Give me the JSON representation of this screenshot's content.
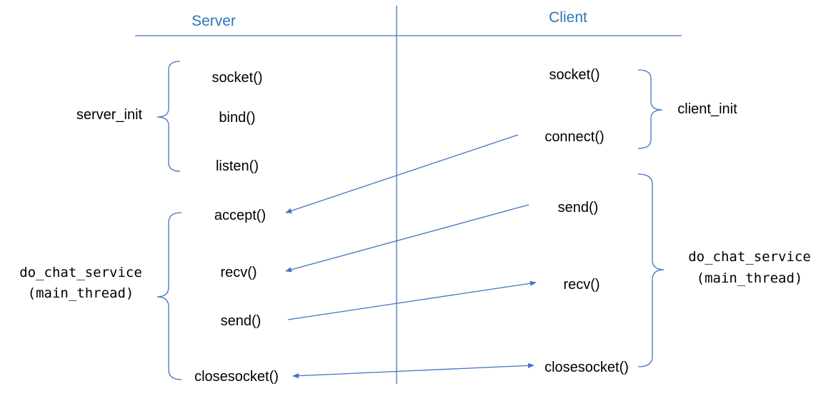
{
  "colors": {
    "header": "#2e75b6",
    "line": "#4472c4",
    "text": "#000000"
  },
  "headers": {
    "server": "Server",
    "client": "Client"
  },
  "server": {
    "socket": "socket()",
    "bind": "bind()",
    "listen": "listen()",
    "accept": "accept()",
    "recv": "recv()",
    "send": "send()",
    "closesocket": "closesocket()"
  },
  "client": {
    "socket": "socket()",
    "connect": "connect()",
    "send": "send()",
    "recv": "recv()",
    "closesocket": "closesocket()"
  },
  "groups": {
    "server_init": "server_init",
    "client_init": "client_init",
    "server_chat_line1": "do_chat_service",
    "server_chat_line2": "(main_thread)",
    "client_chat_line1": "do_chat_service",
    "client_chat_line2": "(main_thread)"
  }
}
